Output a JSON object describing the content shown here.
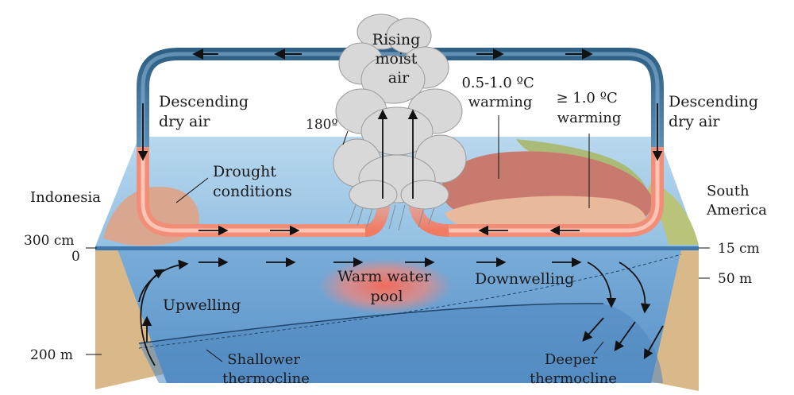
{
  "labels": {
    "rising_air": [
      "Rising",
      "moist",
      "air"
    ],
    "descending_left": [
      "Descending",
      "dry air"
    ],
    "descending_right": [
      "Descending",
      "dry air"
    ],
    "longitude": "180º",
    "warming_mid": [
      "0.5-1.0 ºC",
      "warming"
    ],
    "warming_high": [
      "≥ 1.0 ºC",
      "warming"
    ],
    "drought": [
      "Drought",
      "conditions"
    ],
    "indonesia": "Indonesia",
    "south_america": [
      "South",
      "America"
    ],
    "sea_left_top": "300 cm",
    "depth_left_zero": "0",
    "sea_right_top": "15 cm",
    "depth_right": "50 m",
    "depth_left_bottom": "200 m",
    "warm_pool": [
      "Warm water",
      "pool"
    ],
    "upwelling": "Upwelling",
    "downwelling": "Downwelling",
    "shallow_thermo": [
      "Shallower",
      "thermocline"
    ],
    "deep_thermo": [
      "Deeper",
      "thermocline"
    ]
  },
  "colors": {
    "ocean_top": "#a9cde6",
    "ocean_front": "#6fa4d4",
    "ocean_deep": "#4f8cc4",
    "land": "#d9b98a",
    "air_loop": "#3c6f93",
    "surface_wind": "#f28d78",
    "warming_mid": "#c97a6f",
    "warming_high": "#e8b99b",
    "cloud": "#d7d7d7"
  }
}
